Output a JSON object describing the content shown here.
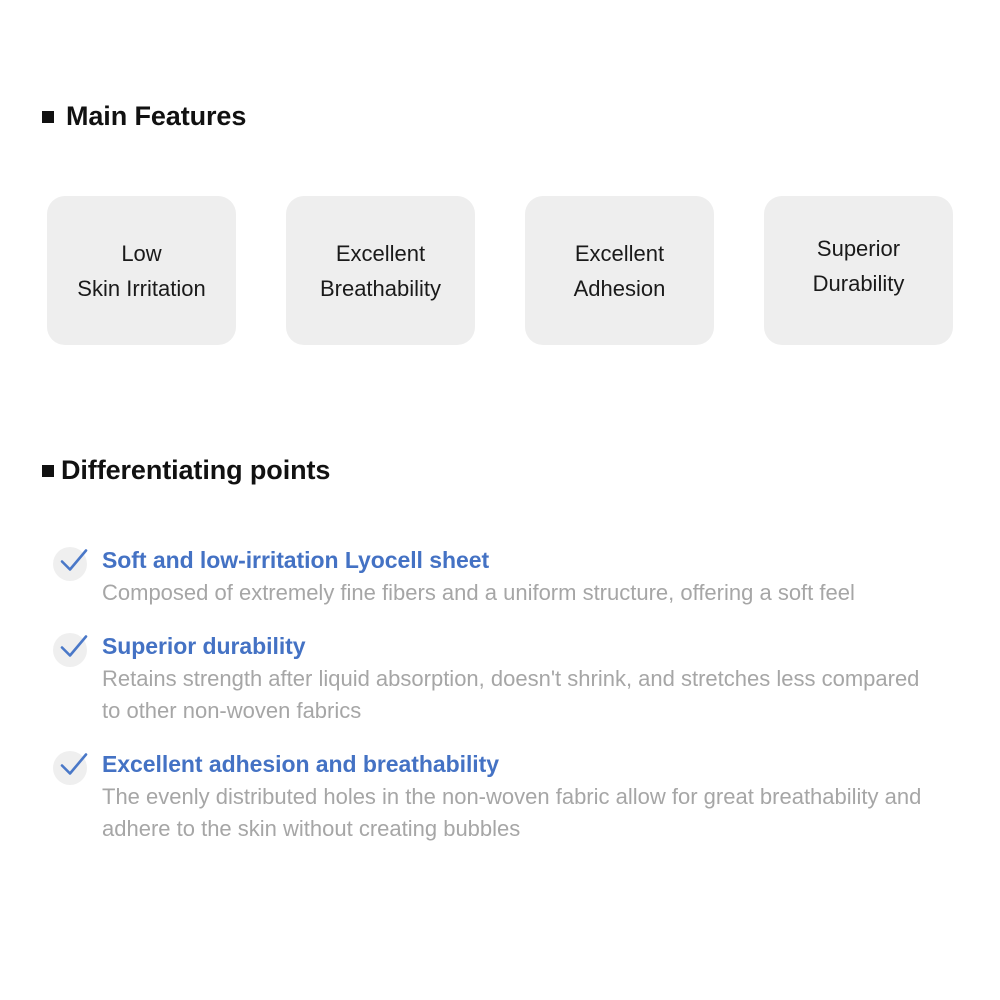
{
  "sections": {
    "main_features": {
      "bullet": "square-bullet-icon",
      "title": "Main Features",
      "cards": [
        {
          "label": "Low\nSkin Irritation"
        },
        {
          "label": "Excellent\nBreathability"
        },
        {
          "label": "Excellent\nAdhesion"
        },
        {
          "label": "Superior\nDurability"
        }
      ]
    },
    "differentiating_points": {
      "bullet": "square-bullet-icon",
      "title": "Differentiating points",
      "items": [
        {
          "icon": "check-icon",
          "title": "Soft and low-irritation Lyocell sheet",
          "description": "Composed of extremely fine fibers and a uniform structure, offering a soft feel"
        },
        {
          "icon": "check-icon",
          "title": "Superior durability",
          "description": "Retains strength after liquid absorption, doesn't shrink, and stretches less compared to other non-woven fabrics"
        },
        {
          "icon": "check-icon",
          "title": "Excellent adhesion and breathability",
          "description": "The evenly distributed holes in the non-woven fabric allow for great breathability and adhere to the skin without creating bubbles"
        }
      ]
    }
  },
  "colors": {
    "accent_blue": "#4472c4",
    "card_background": "#eeeeee",
    "body_text_gray": "#a6a6a6",
    "heading_black": "#111111",
    "page_background": "#ffffff"
  }
}
